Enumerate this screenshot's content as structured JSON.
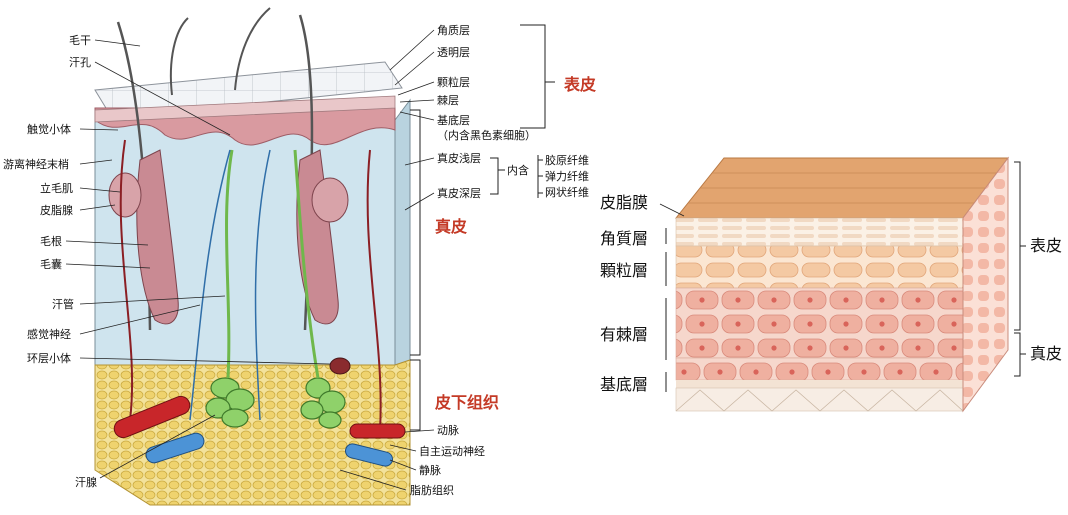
{
  "left_diagram": {
    "labels_left": {
      "hair_shaft": "毛干",
      "sweat_pore": "汗孔",
      "tactile_corpuscle": "触觉小体",
      "free_nerve_ending": "游离神经末梢",
      "arrector_pili": "立毛肌",
      "sebaceous_gland": "皮脂腺",
      "hair_root": "毛根",
      "hair_follicle": "毛囊",
      "sweat_duct": "汗管",
      "sensory_nerve": "感觉神经",
      "lamellar_corpuscle": "环层小体",
      "sweat_gland": "汗腺"
    },
    "labels_right": {
      "stratum_corneum": "角质层",
      "stratum_lucidum": "透明层",
      "stratum_granulosum": "颗粒层",
      "stratum_spinosum": "棘层",
      "stratum_basale": "基底层",
      "stratum_basale_note": "（内含黑色素细胞）",
      "papillary_dermis": "真皮浅层",
      "reticular_dermis": "真皮深层",
      "contains": "内含",
      "collagen": "胶原纤维",
      "elastic": "弹力纤维",
      "reticular": "网状纤维",
      "artery": "动脉",
      "autonomic_nerve": "自主运动神经",
      "vein": "静脉",
      "adipose": "脂肪组织"
    },
    "region_labels": {
      "epidermis": "表皮",
      "dermis": "真皮",
      "subcutis": "皮下组织"
    }
  },
  "right_diagram": {
    "left_labels": {
      "sebum_film": "皮脂膜",
      "corneum": "角質層",
      "granular": "顆粒層",
      "spinous": "有棘層",
      "basal": "基底層"
    },
    "right_labels": {
      "epidermis": "表皮",
      "dermis": "真皮"
    }
  },
  "colors": {
    "red_heading": "#c43a26",
    "dermis_blue": "#cfe4ee",
    "epidermis_pink": "#d99aa0",
    "fat_yellow": "#f0d77a",
    "gland_green": "#8fd16a",
    "artery_red": "#c8262a",
    "vein_blue": "#4c93d6",
    "sebum_orange": "#e2a46f",
    "cell_pink": "#efb0a0",
    "cell_orange": "#f4c9a3"
  }
}
